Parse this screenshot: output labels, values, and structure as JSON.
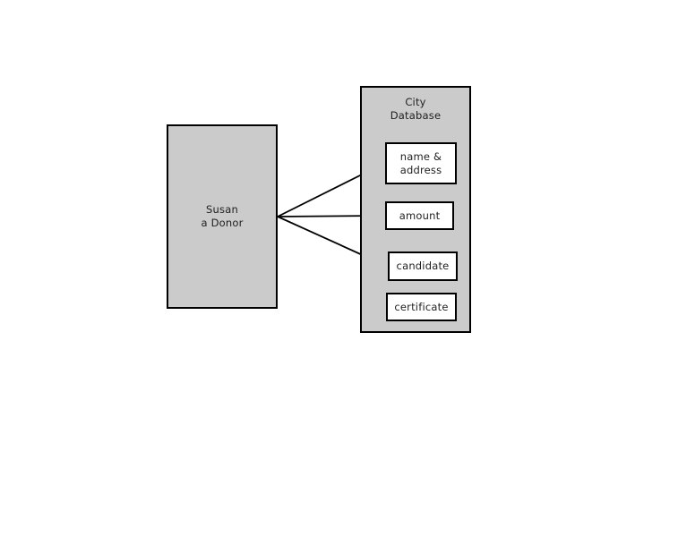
{
  "diagram": {
    "source": {
      "label": "Susan\na Donor"
    },
    "database": {
      "title": "City\nDatabase",
      "fields": [
        {
          "label": "name &\naddress"
        },
        {
          "label": "amount"
        },
        {
          "label": "candidate"
        },
        {
          "label": "certificate"
        }
      ]
    },
    "arrows": [
      {
        "from": "Susan a Donor",
        "to": "name & address"
      },
      {
        "from": "Susan a Donor",
        "to": "amount"
      },
      {
        "from": "Susan a Donor",
        "to": "candidate"
      }
    ],
    "colors": {
      "background": "#ffffff",
      "box_fill": "#cbcbcb",
      "box_border": "#000000",
      "field_fill": "#ffffff",
      "text": "#1f1f1f",
      "arrow": "#000000"
    }
  }
}
